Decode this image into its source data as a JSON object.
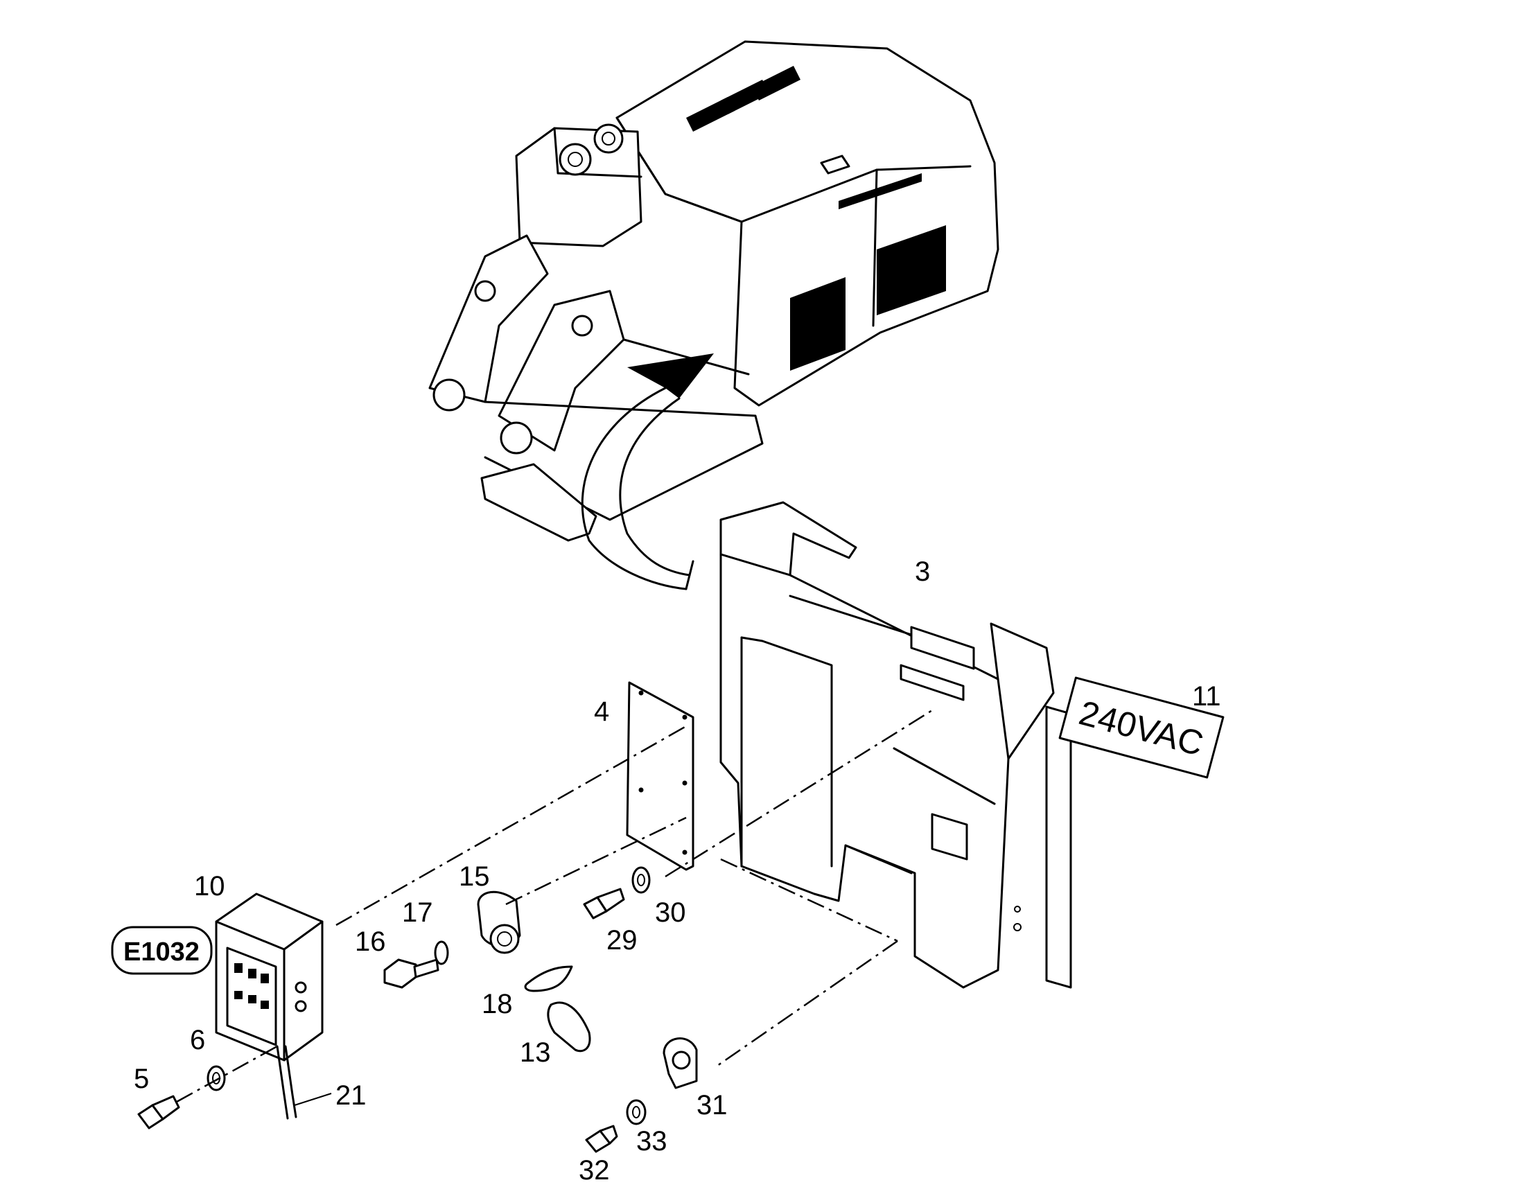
{
  "callouts": [
    {
      "id": "3",
      "text": "3"
    },
    {
      "id": "4",
      "text": "4"
    },
    {
      "id": "5",
      "text": "5"
    },
    {
      "id": "6",
      "text": "6"
    },
    {
      "id": "10",
      "text": "10"
    },
    {
      "id": "11",
      "text": "11"
    },
    {
      "id": "13",
      "text": "13"
    },
    {
      "id": "15",
      "text": "15"
    },
    {
      "id": "16",
      "text": "16"
    },
    {
      "id": "17",
      "text": "17"
    },
    {
      "id": "18",
      "text": "18"
    },
    {
      "id": "21",
      "text": "21"
    },
    {
      "id": "29",
      "text": "29"
    },
    {
      "id": "30",
      "text": "30"
    },
    {
      "id": "31",
      "text": "31"
    },
    {
      "id": "32",
      "text": "32"
    },
    {
      "id": "33",
      "text": "33"
    }
  ],
  "reference_badge": "E1032",
  "decal_text": "240VAC"
}
